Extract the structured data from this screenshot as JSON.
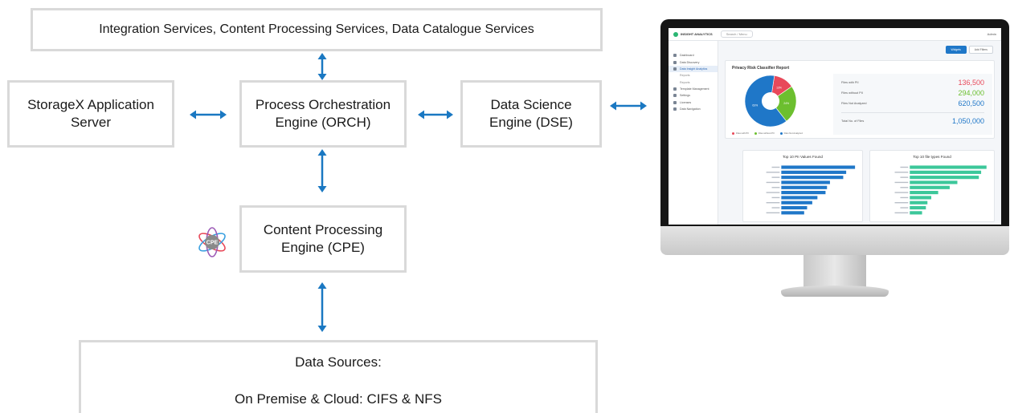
{
  "diagram": {
    "services_box": "Integration Services, Content Processing Services, Data Catalogue Services",
    "app_server_box": "StorageX Application\nServer",
    "orch_box": "Process Orchestration\nEngine (ORCH)",
    "dse_box": "Data Science\nEngine (DSE)",
    "cpe_box": "Content Processing\nEngine (CPE)",
    "cpe_logo_text": "CPE",
    "data_sources_title": "Data Sources:",
    "data_sources_detail": "On Premise & Cloud: CIFS & NFS",
    "arrow_color": "#1a78c2",
    "box_border_color": "#d9d9d9"
  },
  "dashboard": {
    "brand": "INSIGHT ANALYTICS",
    "search_placeholder": "Search / Menu",
    "user": "Admin",
    "sidebar_items": [
      {
        "label": "Dashboard"
      },
      {
        "label": "Data Discovery"
      },
      {
        "label": "Data Insight Analytics",
        "active": true
      },
      {
        "label": "Reports",
        "sub": true
      },
      {
        "label": "Reports",
        "sub": true
      },
      {
        "label": "Template Management"
      },
      {
        "label": "Settings"
      },
      {
        "label": "Licenses"
      },
      {
        "label": "Data Navigation"
      }
    ],
    "buttons": {
      "primary": "Widgets",
      "secondary": "Add Filters"
    },
    "report_title": "Privacy Risk Classifier Report",
    "pie_labels": [
      "13%",
      "24%",
      "63%"
    ],
    "legend": [
      "Files with PII",
      "Files without PII",
      "Files Not Analyzed"
    ],
    "stats": [
      {
        "label": "Files with PII",
        "value": "136,500",
        "color": "#e8495a"
      },
      {
        "label": "Files without PII",
        "value": "294,000",
        "color": "#6cbf2f"
      },
      {
        "label": "Files Not Analyzed",
        "value": "620,500",
        "color": "#1f77c8"
      },
      {
        "label": "Total No. of Files",
        "value": "1,050,000",
        "color": "#1f77c8"
      }
    ],
    "pi_chart_title": "Top 10 PII Values Found",
    "ft_chart_title": "Top 10 file types Found",
    "pi_bar_color": "#1f77c8",
    "ft_bar_color": "#3cc79a"
  },
  "chart_data": [
    {
      "type": "pie",
      "title": "Privacy Risk Classifier Report",
      "categories": [
        "Files with PII",
        "Files without PII",
        "Files Not Analyzed"
      ],
      "values": [
        13,
        24,
        63
      ],
      "colors": [
        "#e8495a",
        "#6cbf2f",
        "#1f77c8"
      ]
    },
    {
      "type": "bar",
      "title": "Top 10 PII Values Found",
      "orientation": "horizontal",
      "values": [
        100,
        88,
        84,
        66,
        62,
        60,
        49,
        42,
        35,
        31
      ]
    },
    {
      "type": "bar",
      "title": "Top 10 file types Found",
      "orientation": "horizontal",
      "values": [
        100,
        93,
        90,
        62,
        52,
        37,
        28,
        23,
        21,
        16
      ]
    }
  ]
}
